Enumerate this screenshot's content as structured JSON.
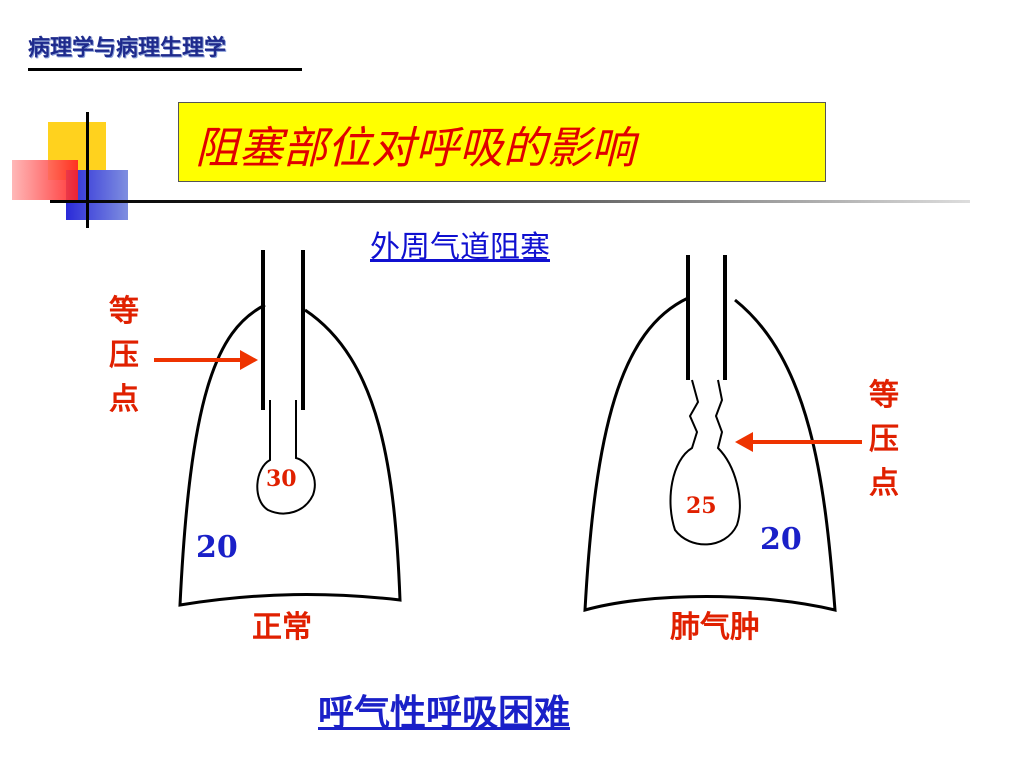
{
  "header": {
    "text": "病理学与病理生理学"
  },
  "title": {
    "text": "阻塞部位对呼吸的影响"
  },
  "subtitle": {
    "text": "外周气道阻塞"
  },
  "left_diagram": {
    "equal_pressure_label": [
      "等",
      "压",
      "点"
    ],
    "inner_pressure": "30",
    "outer_pressure": "20",
    "caption": "正常"
  },
  "right_diagram": {
    "equal_pressure_label": [
      "等",
      "压",
      "点"
    ],
    "inner_pressure": "25",
    "outer_pressure": "20",
    "caption": "肺气肿"
  },
  "conclusion": {
    "text": "呼气性呼吸困难"
  },
  "colors": {
    "title_bg": "#ffff00",
    "title_text": "#e00000",
    "blue_text": "#1a20c8",
    "red_text": "#e02000",
    "arrow": "#ee3300"
  }
}
